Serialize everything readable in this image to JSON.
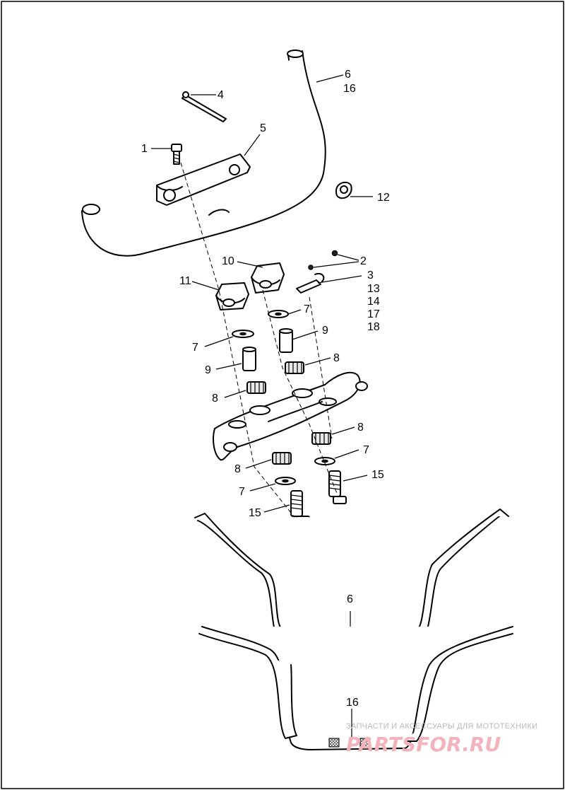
{
  "callouts": {
    "c1": "1",
    "c2": "2",
    "c3": "3",
    "c4": "4",
    "c5": "5",
    "c6_top": "6",
    "c16_top": "16",
    "c7_a": "7",
    "c7_b": "7",
    "c7_c": "7",
    "c7_d": "7",
    "c8_a": "8",
    "c8_b": "8",
    "c8_c": "8",
    "c8_d": "8",
    "c9_a": "9",
    "c9_b": "9",
    "c10": "10",
    "c11": "11",
    "c12": "12",
    "c13": "13",
    "c14": "14",
    "c15_a": "15",
    "c15_b": "15",
    "c17": "17",
    "c18": "18",
    "c6_bottom": "6",
    "c16_bottom": "16"
  },
  "watermark": {
    "tagline": "ЗАПЧАСТИ И АКСЕССУАРЫ ДЛЯ МОТОТЕХНИКИ",
    "logo": "PARTSFOR.RU"
  }
}
